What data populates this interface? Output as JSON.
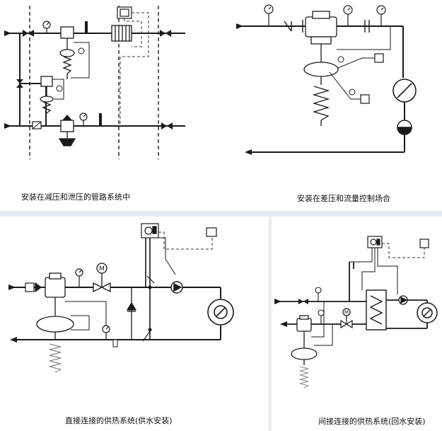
{
  "captions": {
    "p1": "安装在减压和泄压的管路系统中",
    "p2": "安装在差压和流量控制场合",
    "p3": "直接连接的供热系统(供水安装)",
    "p4": "间接连接的供热系统(回水安装)"
  },
  "symbols": {
    "motor_letter": "M"
  },
  "colors": {
    "line": "#1a1a1a",
    "dashed": "#333333",
    "background": "#ffffff",
    "separator": "#e9ecef"
  }
}
